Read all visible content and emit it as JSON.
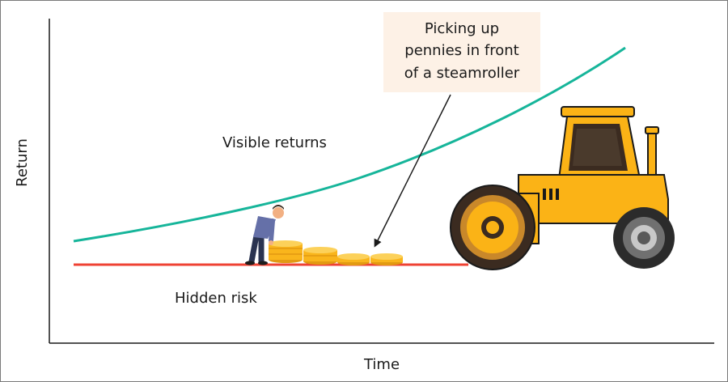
{
  "axes": {
    "xlabel": "Time",
    "ylabel": "Return"
  },
  "labels": {
    "visible_returns": "Visible returns",
    "hidden_risk": "Hidden risk",
    "callout_line1": "Picking up",
    "callout_line2": "pennies in front",
    "callout_line3": "of a steamroller"
  },
  "colors": {
    "visible_returns_curve": "#16b59a",
    "hidden_risk_line": "#ef4233",
    "callout_background": "#fdf1e6",
    "steamroller_body": "#fbb316",
    "coin": "#f9b51c",
    "axis": "#1a1a1a"
  },
  "icons": {
    "person": "person-picking-coins-icon",
    "coins": "coin-stack-icon",
    "steamroller": "steamroller-icon"
  }
}
